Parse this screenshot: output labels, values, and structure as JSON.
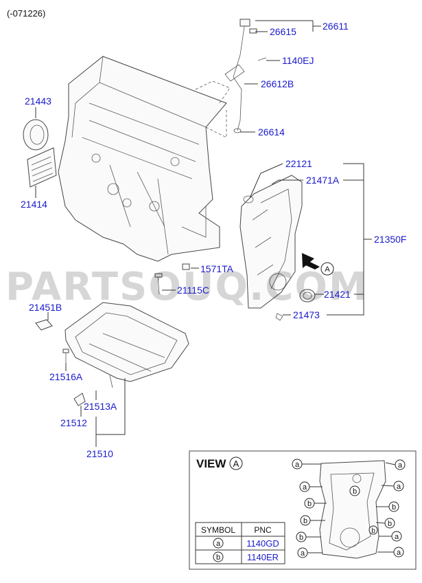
{
  "header": {
    "range": "(-071226)"
  },
  "labels": {
    "p26611": "26611",
    "p26615": "26615",
    "p1140EJ": "1140EJ",
    "p26612B": "26612B",
    "p26614": "26614",
    "p21443": "21443",
    "p21414": "21414",
    "p22121": "22121",
    "p21471A": "21471A",
    "p21350F": "21350F",
    "p1571TA": "1571TA",
    "p21115C": "21115C",
    "p21421": "21421",
    "p21473": "21473",
    "p21451B": "21451B",
    "p21516A": "21516A",
    "p21513A": "21513A",
    "p21512": "21512",
    "p21510": "21510"
  },
  "callout_a": "A",
  "watermark": "PARTSOUQ.COM",
  "view": {
    "title": "VIEW",
    "letter": "A",
    "marker_a": "a",
    "marker_b": "b"
  },
  "symbol_table": {
    "headers": [
      "SYMBOL",
      "PNC"
    ],
    "rows": [
      {
        "symbol": "a",
        "pnc": "1140GD"
      },
      {
        "symbol": "b",
        "pnc": "1140ER"
      }
    ]
  },
  "colors": {
    "label": "#1a1acc",
    "line": "#333333",
    "watermark": "#000000"
  }
}
